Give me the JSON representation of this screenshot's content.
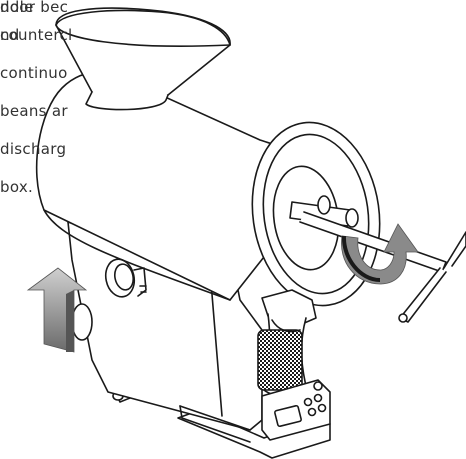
{
  "instructions": {
    "right_lines": [
      "door bec",
      "countercl",
      "continuo",
      "beans ar",
      "discharg",
      "box."
    ],
    "left_lines": [
      "ndle",
      "nd"
    ]
  },
  "icons": {
    "hopper": "funnel-hopper-icon",
    "arrow_up_left": "up-arrow-icon",
    "arrow_curved_right": "curved-arrow-icon",
    "handle": "crank-handle-icon"
  },
  "colors": {
    "outline": "#1a1a1a",
    "arrow": "#555555",
    "arrow_light": "#9a9a9a",
    "text": "#333333"
  }
}
